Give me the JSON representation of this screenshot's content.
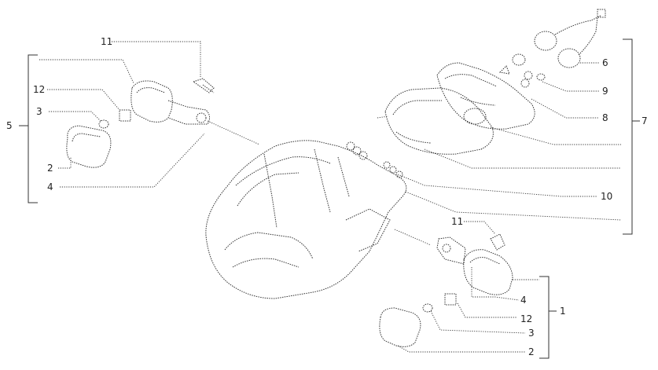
{
  "callouts": {
    "c11_left": "11",
    "c12_left": "12",
    "c3_left": "3",
    "c5": "5",
    "c2_left": "2",
    "c4_left": "4",
    "c6": "6",
    "c9": "9",
    "c8": "8",
    "c7": "7",
    "c10": "10",
    "c11_right": "11",
    "c4_right": "4",
    "c1": "1",
    "c12_right": "12",
    "c3_right": "3",
    "c2_right": "2"
  }
}
